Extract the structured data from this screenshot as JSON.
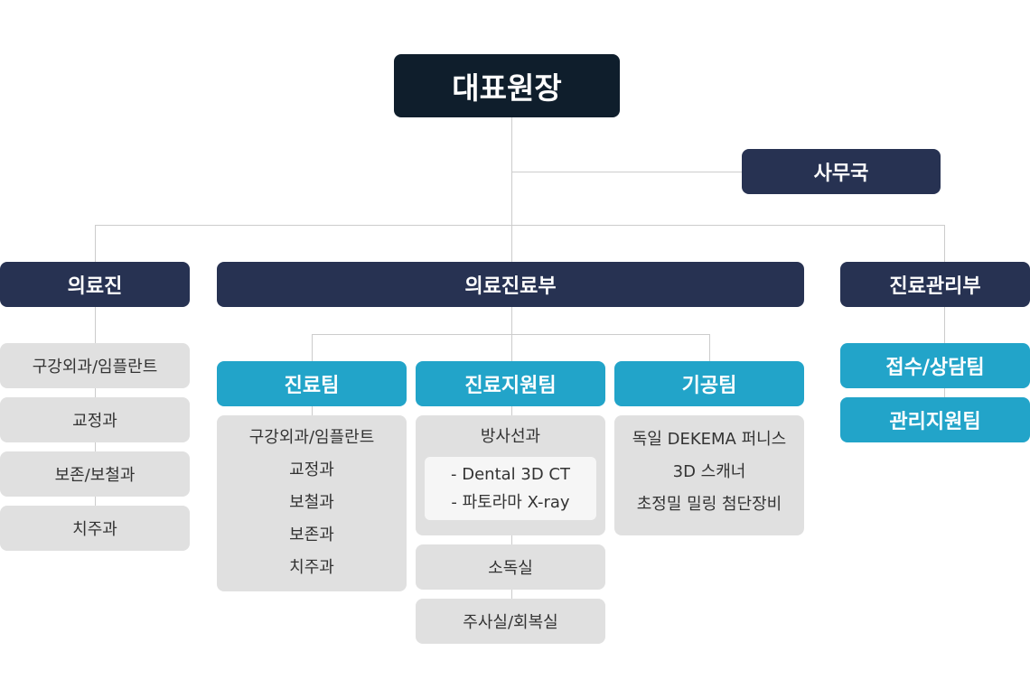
{
  "ceo": "대표원장",
  "office": "사무국",
  "departments": {
    "medical_staff": {
      "label": "의료진",
      "items": [
        "구강외과/임플란트",
        "교정과",
        "보존/보철과",
        "치주과"
      ]
    },
    "medical_care": {
      "label": "의료진료부",
      "teams": {
        "care": {
          "label": "진료팀",
          "items": [
            "구강외과/임플란트",
            "교정과",
            "보철과",
            "보존과",
            "치주과"
          ]
        },
        "support": {
          "label": "진료지원팀",
          "radiology": {
            "label": "방사선과",
            "items": [
              "- Dental 3D CT",
              "- 파토라마 X-ray"
            ]
          },
          "sterilization": "소독실",
          "injection": "주사실/회복실"
        },
        "lab": {
          "label": "기공팀",
          "items": [
            "독일 DEKEMA 퍼니스",
            "3D 스캐너",
            "초정밀 밀링 첨단장비"
          ]
        }
      }
    },
    "care_management": {
      "label": "진료관리부",
      "teams": [
        "접수/상담팀",
        "관리지원팀"
      ]
    }
  }
}
